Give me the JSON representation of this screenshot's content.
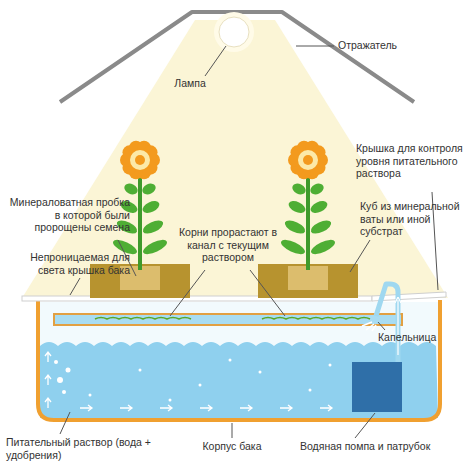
{
  "diagram": {
    "labels": [
      "Отражатель",
      "Лампа",
      "Крышка для контроля уровня питательного раствора",
      "Минераловатная пробка в которой были пророщены семена",
      "Корни прорастают в канал с текущим раствором",
      "Куб из минеральной ваты или иной субстрат",
      "Непроницаемая для света крышка бака",
      "Капельница",
      "Питательный раствор (вода + удобрения)",
      "Корпус бака",
      "Водяная помпа и патрубок"
    ]
  }
}
